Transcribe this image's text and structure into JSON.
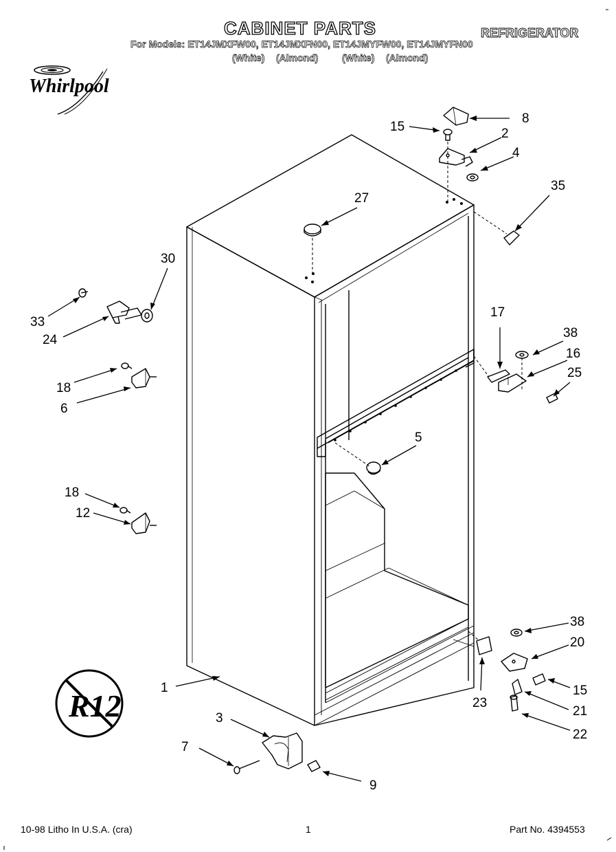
{
  "header": {
    "title": "CABINET PARTS",
    "subtitle": "REFRIGERATOR",
    "models": "For Models: ET14JMXFW00, ET14JMXFN00, ET14JMYFW00, ET14JMYFN00",
    "colors": [
      "(White)",
      "(Almond)",
      "(White)",
      "(Almond)"
    ]
  },
  "brand": {
    "name": "Whirlpool",
    "icon": "whirlpool-swirl-logo"
  },
  "badge": {
    "text": "R12",
    "icon": "no-r12-symbol"
  },
  "callouts": [
    {
      "number": "8"
    },
    {
      "number": "15"
    },
    {
      "number": "2"
    },
    {
      "number": "4"
    },
    {
      "number": "35"
    },
    {
      "number": "27"
    },
    {
      "number": "30"
    },
    {
      "number": "33"
    },
    {
      "number": "24"
    },
    {
      "number": "18"
    },
    {
      "number": "6"
    },
    {
      "number": "17"
    },
    {
      "number": "38"
    },
    {
      "number": "16"
    },
    {
      "number": "25"
    },
    {
      "number": "5"
    },
    {
      "number": "18"
    },
    {
      "number": "12"
    },
    {
      "number": "38"
    },
    {
      "number": "20"
    },
    {
      "number": "15"
    },
    {
      "number": "21"
    },
    {
      "number": "22"
    },
    {
      "number": "23"
    },
    {
      "number": "1"
    },
    {
      "number": "3"
    },
    {
      "number": "7"
    },
    {
      "number": "9"
    }
  ],
  "footer": {
    "print_info": "10-98 Litho In U.S.A. (cra)",
    "page_number": "1",
    "part_number": "Part No. 4394553"
  }
}
